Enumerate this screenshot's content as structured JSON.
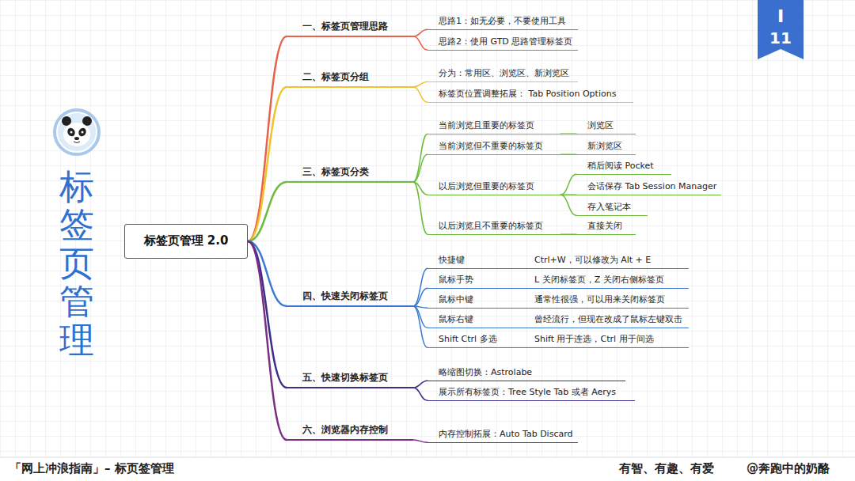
{
  "diagram": {
    "title": "标签页管理",
    "nodes": [
      {
        "text": [
          "标签页管理 2.0"
        ]
      },
      {
        "text": [
          "一、标签页管理思路"
        ]
      },
      {
        "text": [
          "思路1：如无必要，不要使用工具"
        ]
      },
      {
        "text": [
          "思路2：使用 GTD 思路管理标签页"
        ]
      },
      {
        "text": [
          "二、标签页分组"
        ]
      },
      {
        "text": [
          "分为：常用区、浏览区、新浏览区"
        ]
      },
      {
        "text": [
          "标签页位置调整拓展： Tab Position Options"
        ]
      },
      {
        "text": [
          "三、标签页分类"
        ]
      },
      {
        "text": [
          "当前浏览且重要的标签页"
        ]
      },
      {
        "text": [
          "浏览区"
        ]
      },
      {
        "text": [
          "当前浏览但不重要的标签页"
        ]
      },
      {
        "text": [
          "新浏览区"
        ]
      },
      {
        "text": [
          "以后浏览但重要的标签页"
        ]
      },
      {
        "text": [
          "稍后阅读 Pocket"
        ]
      },
      {
        "text": [
          "会话保存 Tab Session Manager"
        ]
      },
      {
        "text": [
          "存入笔记本"
        ]
      },
      {
        "text": [
          "以后浏览且不重要的标签页"
        ]
      },
      {
        "text": [
          "直接关闭"
        ]
      },
      {
        "text": [
          "四、快速关闭标签页"
        ]
      },
      {
        "text": [
          "快捷键",
          "Ctrl+W，可以修改为 Alt + E"
        ]
      },
      {
        "text": [
          "鼠标手势",
          "L 关闭标签页，Z 关闭右侧标签页"
        ]
      },
      {
        "text": [
          "鼠标中键",
          "通常性很强，可以用来关闭标签页"
        ]
      },
      {
        "text": [
          "鼠标右键",
          "曾经流行，但现在改成了鼠标左键双击"
        ]
      },
      {
        "text": [
          "Shift Ctrl 多选",
          "Shift 用于连选，Ctrl 用于间选"
        ]
      },
      {
        "text": [
          "五、快速切换标签页"
        ]
      },
      {
        "text": [
          "略缩图切换：Astrolabe"
        ]
      },
      {
        "text": [
          "展示所有标签页：Tree Style Tab 或者 Aerys"
        ]
      },
      {
        "text": [
          "六、浏览器内存控制"
        ]
      },
      {
        "text": [
          "内存控制拓展：Auto Tab Discard"
        ]
      }
    ],
    "edges": [
      {
        "from": 0,
        "to": 1,
        "arrow": "none"
      },
      {
        "from": 0,
        "to": 4,
        "arrow": "none"
      },
      {
        "from": 0,
        "to": 7,
        "arrow": "none"
      },
      {
        "from": 0,
        "to": 18,
        "arrow": "none"
      },
      {
        "from": 0,
        "to": 24,
        "arrow": "none"
      },
      {
        "from": 0,
        "to": 27,
        "arrow": "none"
      },
      {
        "from": 1,
        "to": 2,
        "arrow": "none"
      },
      {
        "from": 1,
        "to": 3,
        "arrow": "none"
      },
      {
        "from": 4,
        "to": 5,
        "arrow": "none"
      },
      {
        "from": 4,
        "to": 6,
        "arrow": "none"
      },
      {
        "from": 7,
        "to": 8,
        "arrow": "none"
      },
      {
        "from": 7,
        "to": 10,
        "arrow": "none"
      },
      {
        "from": 7,
        "to": 12,
        "arrow": "none"
      },
      {
        "from": 7,
        "to": 16,
        "arrow": "none"
      },
      {
        "from": 8,
        "to": 9,
        "arrow": "none"
      },
      {
        "from": 10,
        "to": 11,
        "arrow": "none"
      },
      {
        "from": 12,
        "to": 13,
        "arrow": "none"
      },
      {
        "from": 12,
        "to": 14,
        "arrow": "none"
      },
      {
        "from": 12,
        "to": 15,
        "arrow": "none"
      },
      {
        "from": 16,
        "to": 17,
        "arrow": "none"
      },
      {
        "from": 18,
        "to": 19,
        "arrow": "none"
      },
      {
        "from": 18,
        "to": 20,
        "arrow": "none"
      },
      {
        "from": 18,
        "to": 21,
        "arrow": "none"
      },
      {
        "from": 18,
        "to": 22,
        "arrow": "none"
      },
      {
        "from": 18,
        "to": 23,
        "arrow": "none"
      },
      {
        "from": 24,
        "to": 25,
        "arrow": "none"
      },
      {
        "from": 24,
        "to": 26,
        "arrow": "none"
      },
      {
        "from": 27,
        "to": 28,
        "arrow": "none"
      }
    ],
    "labels": [
      "I",
      "11",
      "「网上冲浪指南」– 标页签管理",
      "有智、有趣、有爱",
      "@奔跑中的奶酪"
    ]
  }
}
